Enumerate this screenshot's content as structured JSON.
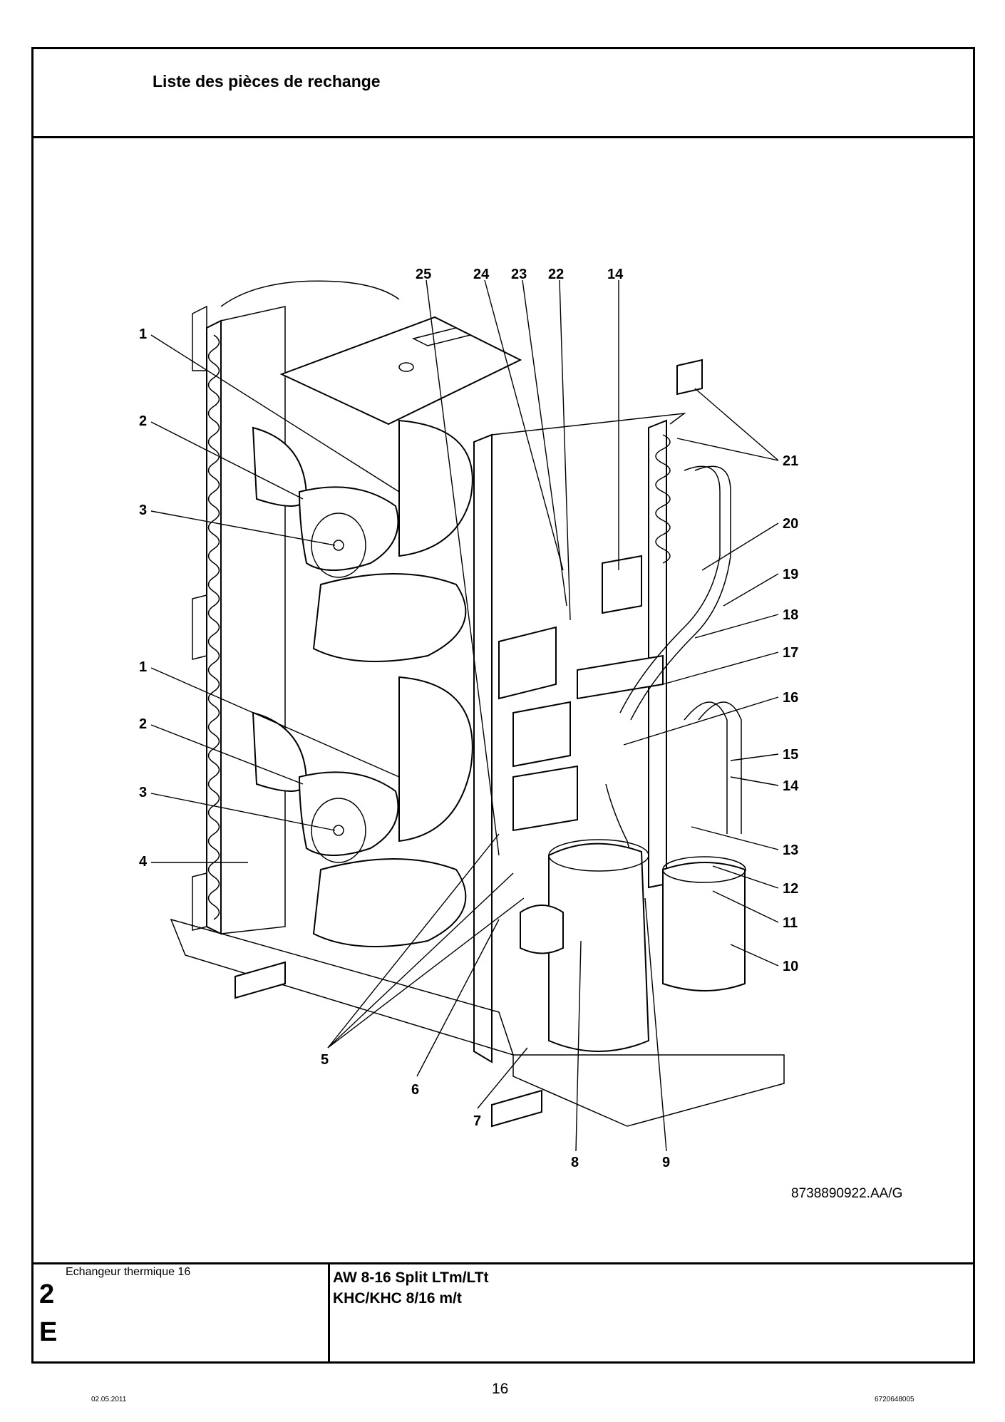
{
  "header": {
    "title": "Liste des pièces de rechange"
  },
  "figure": {
    "reference": "8738890922.AA/G",
    "callouts": [
      "25",
      "24",
      "23",
      "22",
      "14",
      "1",
      "2",
      "3",
      "21",
      "20",
      "19",
      "18",
      "1",
      "17",
      "16",
      "2",
      "15",
      "14",
      "3",
      "13",
      "4",
      "12",
      "11",
      "10",
      "5",
      "6",
      "7",
      "8",
      "9"
    ]
  },
  "footer": {
    "section_number": "2",
    "section_letter": "E",
    "section_name": "Echangeur thermique 16",
    "model_line1": "AW 8-16 Split LTm/LTt",
    "model_line2": "KHC/KHC 8/16 m/t",
    "date": "02.05.2011",
    "page_number": "16",
    "doc_id": "6720648005"
  }
}
